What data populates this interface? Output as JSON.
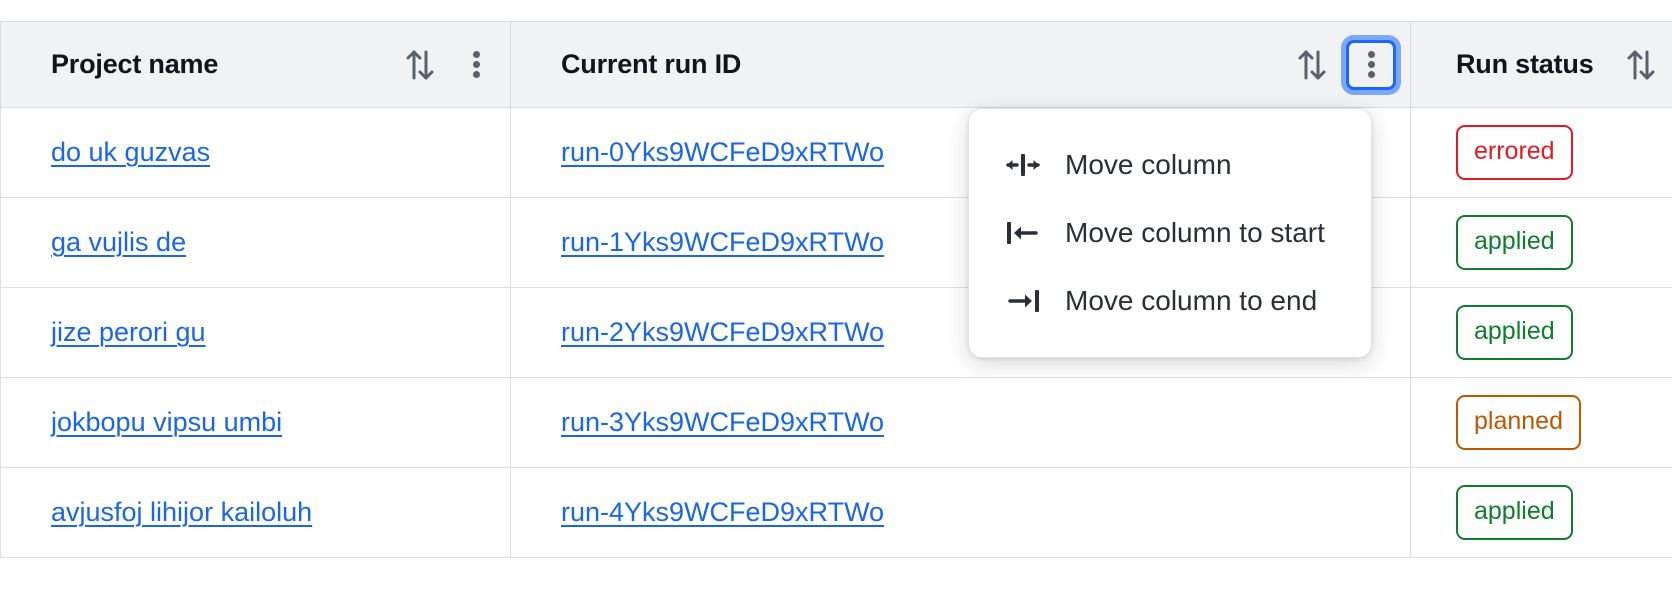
{
  "table": {
    "columns": [
      {
        "id": "project_name",
        "label": "Project name",
        "sort_icon": "sort-updown-icon",
        "has_menu": true,
        "menu_icon": "kebab-menu-icon",
        "menu_focused": false
      },
      {
        "id": "current_run_id",
        "label": "Current run ID",
        "sort_icon": "sort-updown-icon",
        "has_menu": true,
        "menu_icon": "kebab-menu-icon",
        "menu_focused": true
      },
      {
        "id": "run_status",
        "label": "Run status",
        "sort_icon": "sort-updown-icon",
        "has_menu": false,
        "menu_icon": "",
        "menu_focused": false
      }
    ],
    "rows": [
      {
        "project_name": "do uk guzvas",
        "current_run_id": "run-0Yks9WCFeD9xRTWo",
        "run_status": "errored"
      },
      {
        "project_name": "ga vujlis de",
        "current_run_id": "run-1Yks9WCFeD9xRTWo",
        "run_status": "applied"
      },
      {
        "project_name": "jize perori gu",
        "current_run_id": "run-2Yks9WCFeD9xRTWo",
        "run_status": "applied"
      },
      {
        "project_name": "jokbopu vipsu umbi",
        "current_run_id": "run-3Yks9WCFeD9xRTWo",
        "run_status": "planned"
      },
      {
        "project_name": "avjusfoj lihijor kailoluh",
        "current_run_id": "run-4Yks9WCFeD9xRTWo",
        "run_status": "applied"
      }
    ]
  },
  "column_menu": {
    "open_for_column": "Current run ID",
    "items": [
      {
        "icon": "move-column-icon",
        "label": "Move column"
      },
      {
        "icon": "move-column-to-start-icon",
        "label": "Move column to start"
      },
      {
        "icon": "move-column-to-end-icon",
        "label": "Move column to end"
      }
    ]
  },
  "colors": {
    "link": "#1a66e8",
    "header_bg": "#f1f2f4",
    "border": "#dcdee1",
    "focus_ring": "#1a66ff",
    "status_errored": "#e01b24",
    "status_applied": "#107c2e",
    "status_planned": "#bf5700"
  }
}
